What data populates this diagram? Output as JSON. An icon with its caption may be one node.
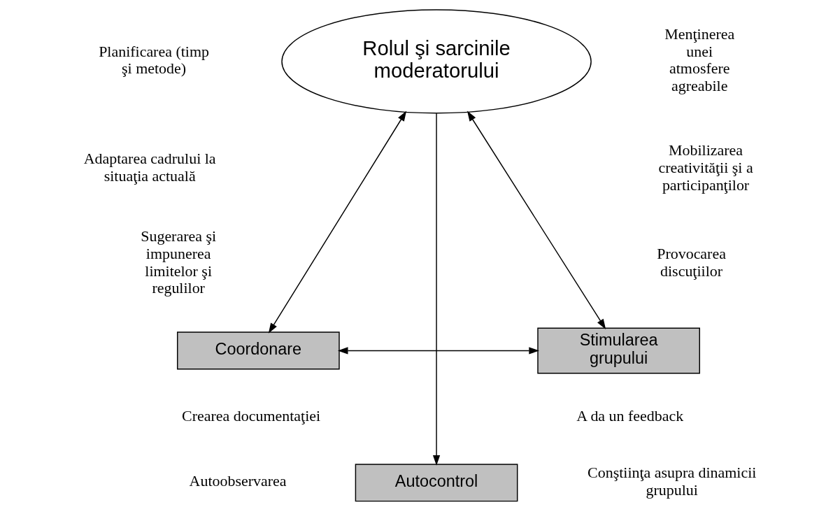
{
  "diagram": {
    "nodes": [
      {
        "text": [
          "Rolul şi sarcinile moderatorului"
        ]
      },
      {
        "text": [
          "Coordonare"
        ]
      },
      {
        "text": [
          "Stimularea grupului"
        ]
      },
      {
        "text": [
          "Autocontrol"
        ]
      }
    ],
    "edges": [
      {
        "from": 0,
        "to": 1,
        "arrow": "both"
      },
      {
        "from": 0,
        "to": 2,
        "arrow": "both"
      },
      {
        "from": 0,
        "to": 3,
        "arrow": "to"
      },
      {
        "from": 1,
        "to": 2,
        "arrow": "both"
      }
    ],
    "labels": [
      "Planificarea (timp şi metode)",
      "Menţinerea unei atmosfere agreabile",
      "Adaptarea cadrului la situaţia actuală",
      "Mobilizarea creativităţii şi a participanţilor",
      "Sugerarea şi impunerea limitelor şi regulilor",
      "Provocarea discuţiilor",
      "Crearea documentaţiei",
      "A da un feedback",
      "Autoobservarea",
      "Conştiinţa asupra dinamicii grupului"
    ]
  }
}
